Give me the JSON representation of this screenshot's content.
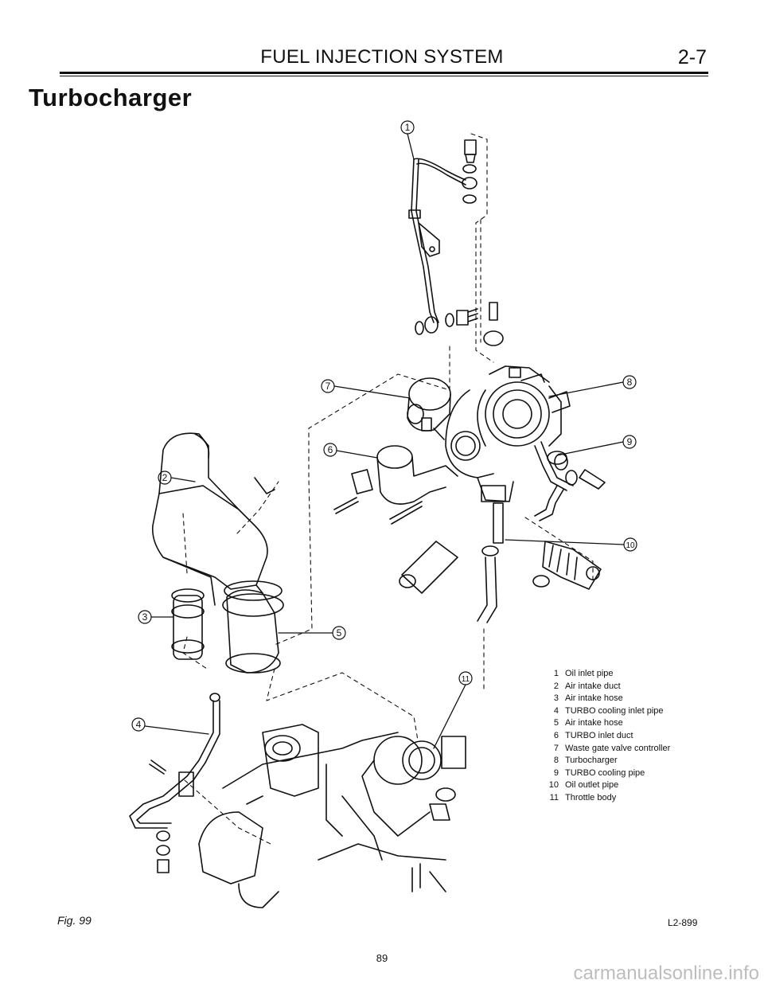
{
  "header": {
    "title": "FUEL INJECTION SYSTEM",
    "page_ref": "2-7"
  },
  "section_title": "Turbocharger",
  "figure": {
    "callouts": [
      "1",
      "2",
      "3",
      "4",
      "5",
      "6",
      "7",
      "8",
      "9",
      "10",
      "11"
    ],
    "legend": [
      {
        "num": "1",
        "label": "Oil inlet pipe"
      },
      {
        "num": "2",
        "label": "Air intake duct"
      },
      {
        "num": "3",
        "label": "Air intake hose"
      },
      {
        "num": "4",
        "label": "TURBO cooling inlet pipe"
      },
      {
        "num": "5",
        "label": "Air intake hose"
      },
      {
        "num": "6",
        "label": "TURBO inlet duct"
      },
      {
        "num": "7",
        "label": "Waste gate valve controller"
      },
      {
        "num": "8",
        "label": "Turbocharger"
      },
      {
        "num": "9",
        "label": "TURBO cooling pipe"
      },
      {
        "num": "10",
        "label": "Oil outlet pipe"
      },
      {
        "num": "11",
        "label": "Throttle body"
      }
    ],
    "fig_label": "Fig. 99",
    "fig_code": "L2-899"
  },
  "footer": {
    "page_number": "89",
    "watermark": "carmanualsonline.info"
  }
}
